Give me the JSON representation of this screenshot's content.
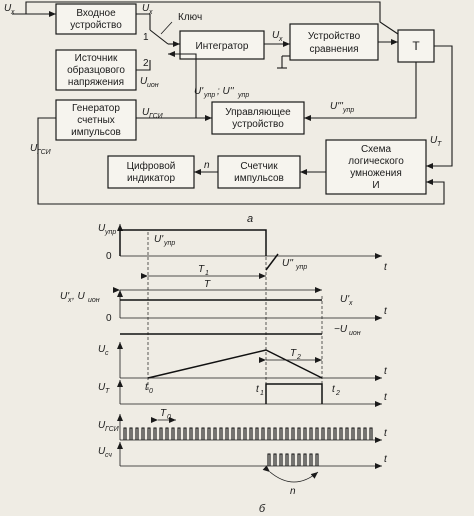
{
  "blocks": {
    "input_device": [
      "Входное",
      "устройство"
    ],
    "reference_source": [
      "Источник",
      "образцового",
      "напряжения"
    ],
    "integrator": [
      "Интегратор"
    ],
    "comparator": [
      "Устройство",
      "сравнения"
    ],
    "trigger": [
      "Т"
    ],
    "pulse_generator": [
      "Генератор",
      "счетных",
      "импульсов"
    ],
    "control_device": [
      "Управляющее",
      "устройство"
    ],
    "logic_and": [
      "Схема",
      "логического",
      "умножения",
      "И"
    ],
    "pulse_counter": [
      "Счетчик",
      "импульсов"
    ],
    "digital_indicator": [
      "Цифровой",
      "индикатор"
    ]
  },
  "wire_labels": {
    "key": "Ключ",
    "pos1": "1",
    "pos2": "2",
    "n": "n",
    "u_main": "U",
    "u_ref": "U",
    "u_ref_sub": "ион",
    "u_x": "U",
    "u_x_sub": "x",
    "u_in_sub": "x",
    "u_gsi": "U",
    "u_gsi_sub": "ГСИ",
    "u_ctrl": "U'",
    "u_ctrl_sub": "упр",
    "u_ctrl2": "; U''",
    "u_ctrl2_sub": "упр",
    "u_ctrl3": "U'''",
    "u_ctrl3_sub": "упр",
    "u_t": "U",
    "u_t_sub": "Т",
    "u_gsi2": "U",
    "u_gsi2_sub": "ГСИ"
  },
  "timing": {
    "axis_t": "t",
    "zero": "0",
    "T": "T",
    "T1": "T",
    "T1_sub": "1",
    "T2": "T",
    "T2_sub": "2",
    "T0": "T",
    "T0_sub": "0",
    "t0": "t",
    "t0_sub": "0",
    "t1": "t",
    "t1_sub": "1",
    "t2": "t",
    "t2_sub": "2",
    "n": "n",
    "y_upr": "U",
    "y_upr_sub": "упр",
    "pulse_upr": "U'",
    "pulse_upr_sub": "упр",
    "pulse_upr2": "U''",
    "pulse_upr2_sub": "упр",
    "y_ux": "U'",
    "y_ux_sub": "x",
    "y_uion": ", U",
    "y_uion_sub": "ион",
    "ux_right": "U'",
    "ux_right_sub": "x",
    "neg_uion": "−U",
    "neg_uion_sub": "ион",
    "y_uc": "U",
    "y_uc_sub": "c",
    "y_ut": "U",
    "y_ut_sub": "T",
    "y_ugsi": "U",
    "y_ugsi_sub": "ГСИ",
    "y_usi": "U",
    "y_usi_sub": "сч"
  },
  "captions": {
    "a": "а",
    "b": "б"
  }
}
